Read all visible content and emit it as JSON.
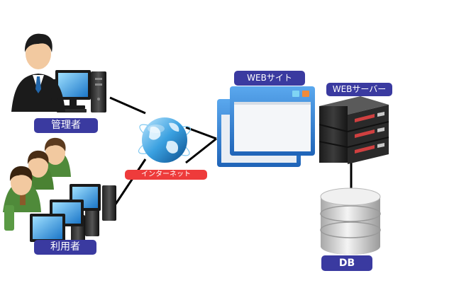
{
  "labels": {
    "admin": "管理者",
    "users": "利用者",
    "internet": "インターネット",
    "website": "WEBサイト",
    "webserver": "WEBサーバー",
    "db": "DB"
  },
  "colors": {
    "label_navy": "#3a3aa0",
    "label_red": "#ee3b3b",
    "connector": "#000000",
    "window_blue": "#2f7fd0",
    "server_body": "#2a2a2a",
    "server_light": "#d04040",
    "db_cylinder": "#d8d8d8"
  },
  "icons": [
    "businessman-icon",
    "computer-icon",
    "users-group-icon",
    "globe-icon",
    "browser-window-icon",
    "server-rack-icon",
    "database-icon"
  ]
}
